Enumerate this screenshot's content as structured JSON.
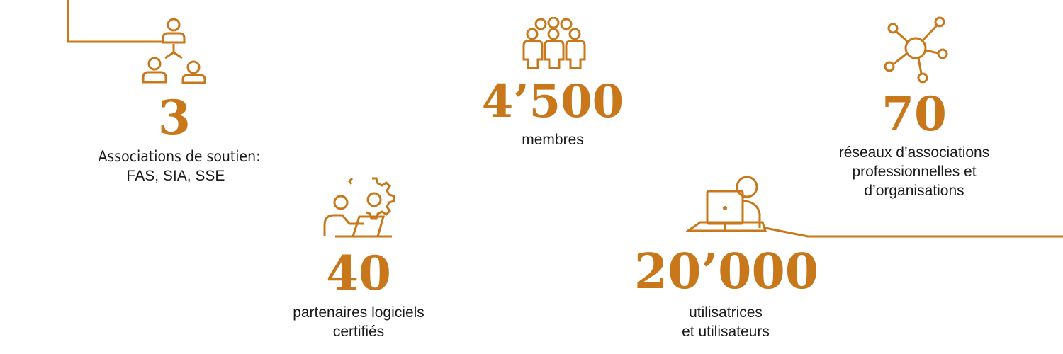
{
  "colors": {
    "accent": "#c8781a",
    "text": "#1a1a1a",
    "background": "#ffffff"
  },
  "stats": [
    {
      "icon": "hierarchy-people-icon",
      "number": "3",
      "label": [
        "Associations de soutien:",
        "FAS, SIA, SSE"
      ]
    },
    {
      "icon": "group-people-icon",
      "number": "4’500",
      "label": [
        "membres"
      ]
    },
    {
      "icon": "network-hub-icon",
      "number": "70",
      "label": [
        "réseaux d’associations",
        "professionnelles et",
        "d’organisations"
      ]
    },
    {
      "icon": "person-laptop-gear-icon",
      "number": "40",
      "label": [
        "partenaires logiciels",
        "certifiés"
      ]
    },
    {
      "icon": "person-desktop-computer-icon",
      "number": "20’000",
      "label": [
        "utilisatrices",
        "et utilisateurs"
      ]
    }
  ]
}
